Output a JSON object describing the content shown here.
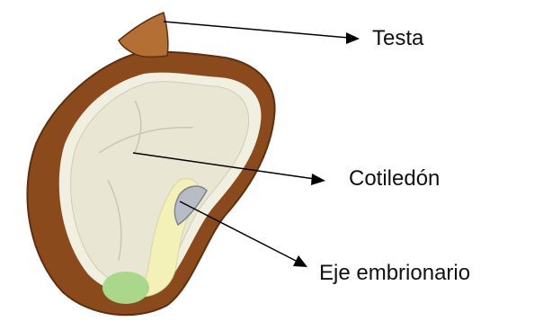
{
  "diagram": {
    "labels": {
      "testa": "Testa",
      "cotiledon": "Cotiledón",
      "eje_embrionario": "Eje embrionario"
    },
    "colors": {
      "seed_coat": "#8a4a1c",
      "seed_coat_dark": "#5e2f0e",
      "seed_coat_flap": "#b46f35",
      "cotyledon": "#e9e7d4",
      "cotyledon_inner": "#f1efe0",
      "embryo_axis": "#f3f0b8",
      "radicle_tip": "#a9d88a",
      "plumule": "#b8bcc4",
      "arrow": "#000000"
    }
  }
}
